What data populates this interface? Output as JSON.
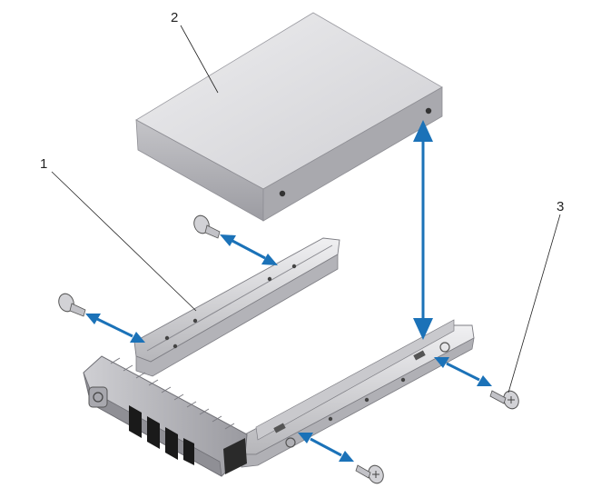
{
  "callouts": {
    "c1": "1",
    "c2": "2",
    "c3": "3"
  },
  "colors": {
    "arrow": "#1b72b8",
    "drive_top": "#e4e4e6",
    "drive_side": "#b9b9bd",
    "carrier": "#d8d8da"
  },
  "icons": {
    "drive": "hard-drive-icon",
    "carrier": "drive-carrier-icon",
    "screw": "screw-icon",
    "arrow": "double-arrow-icon"
  }
}
